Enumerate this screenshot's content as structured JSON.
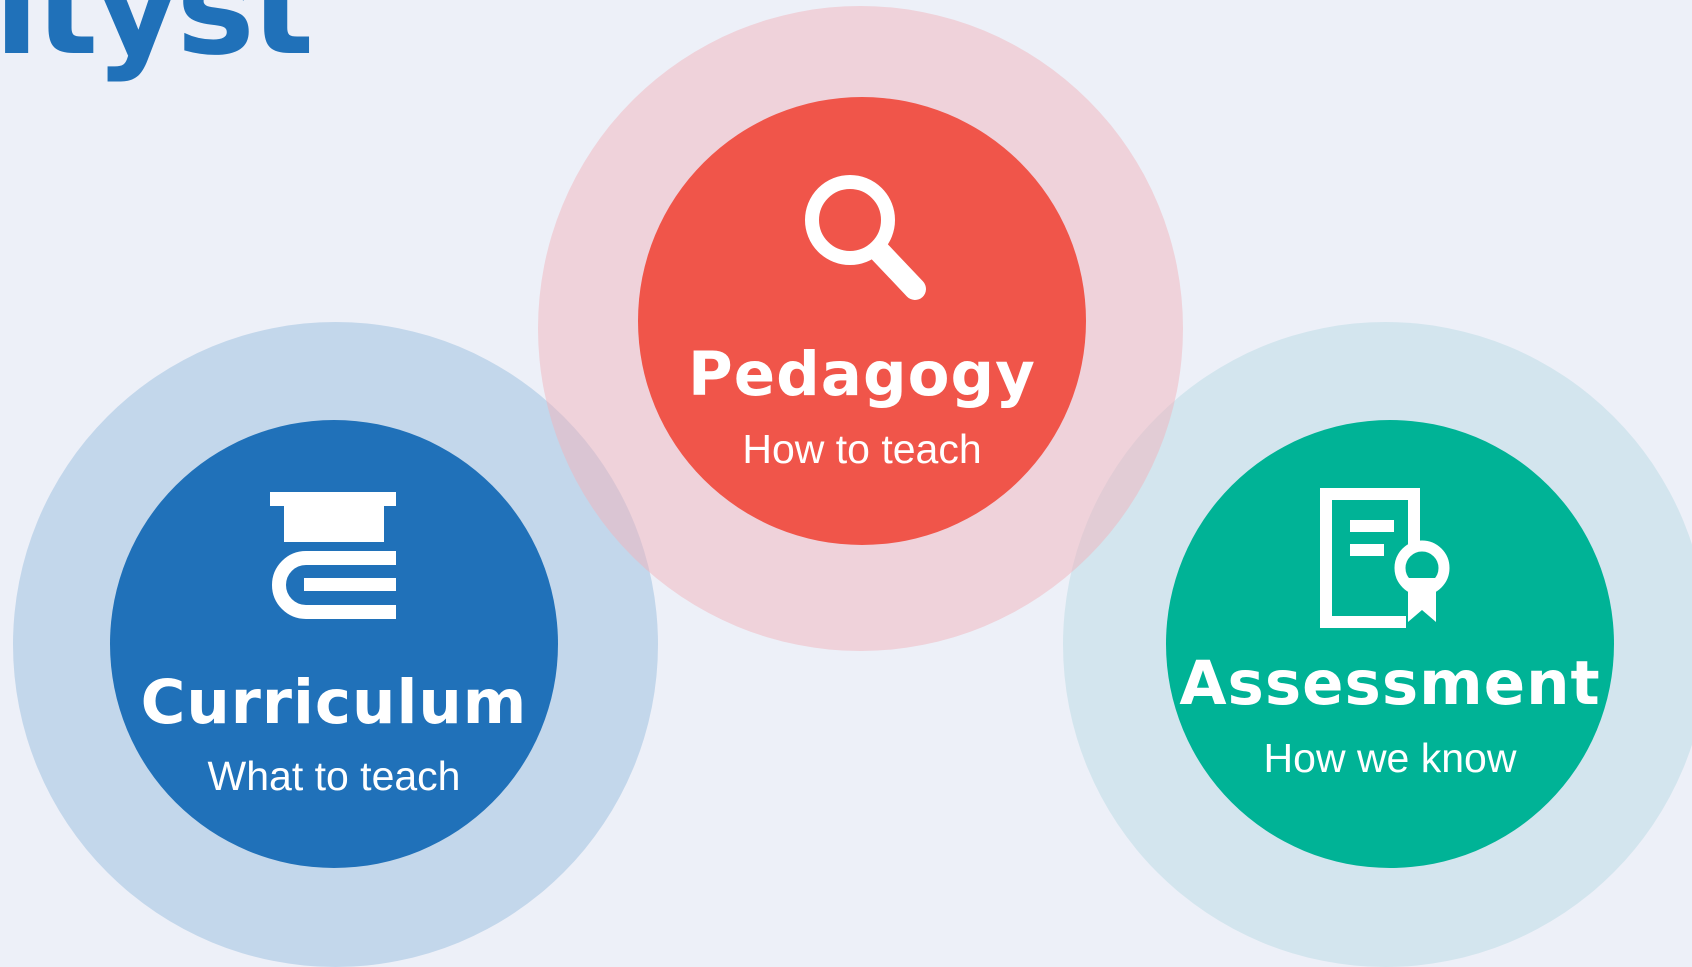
{
  "logo": {
    "text": "ltyst",
    "color": "#2071b9"
  },
  "colors": {
    "background": "#edf0f8",
    "pedagogy": "#f0554a",
    "curriculum": "#2071b9",
    "assessment": "#00b396",
    "text": "#ffffff"
  },
  "pillars": {
    "pedagogy": {
      "title": "Pedagogy",
      "subtitle": "How to teach",
      "icon": "magnifying-glass-icon"
    },
    "curriculum": {
      "title": "Curriculum",
      "subtitle": "What to teach",
      "icon": "books-icon"
    },
    "assessment": {
      "title": "Assessment",
      "subtitle": "How we know",
      "icon": "certificate-icon"
    }
  }
}
